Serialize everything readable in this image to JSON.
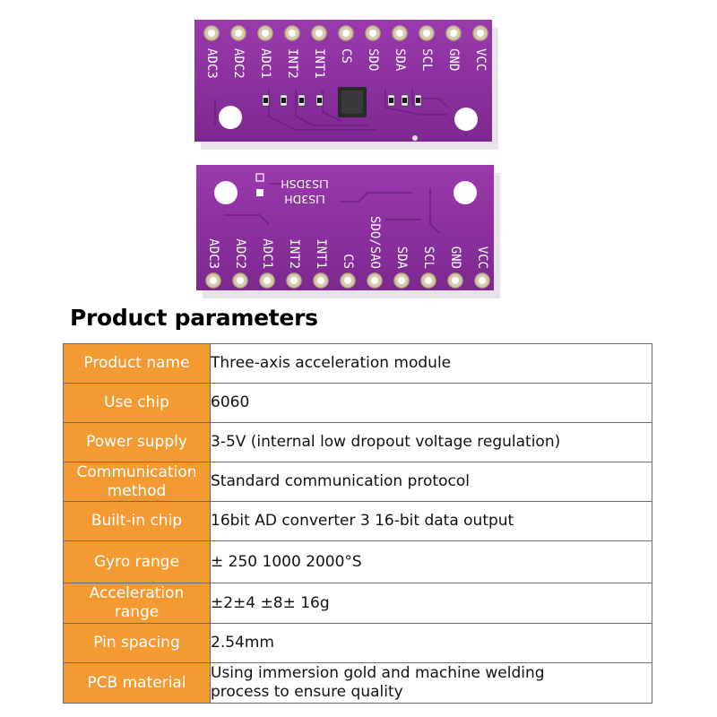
{
  "board_top": {
    "pins": [
      "ADC3",
      "ADC2",
      "ADC1",
      "INT2",
      "INT1",
      "CS",
      "SDO",
      "SDA",
      "SCL",
      "GND",
      "VCC"
    ]
  },
  "board_bottom": {
    "pins": [
      "ADC3",
      "ADC2",
      "ADC1",
      "INT2",
      "INT1",
      "CS",
      "SDO/SAO",
      "SDA",
      "SCL",
      "GND",
      "VCC"
    ],
    "silk_line1": "LIS3DH",
    "silk_line2": "LIS3DSH"
  },
  "colors": {
    "pcb": "#8a2f9c",
    "pcb_edge": "#6a1f7a",
    "label_bg": "#f39a33",
    "border": "#6b6b6b"
  },
  "title": "Product parameters",
  "params": [
    {
      "label": "Product name",
      "value": "Three-axis acceleration module"
    },
    {
      "label": "Use chip",
      "value": "6060"
    },
    {
      "label": "Power supply",
      "value": "3-5V (internal low dropout voltage regulation)"
    },
    {
      "label_lines": [
        "Communication",
        "method"
      ],
      "value": "Standard communication protocol"
    },
    {
      "label": "Built-in chip",
      "value": "16bit AD converter 3 16-bit data output"
    },
    {
      "label": "Gyro range",
      "value": "± 250 1000 2000°S"
    },
    {
      "label_lines": [
        "Acceleration",
        "range"
      ],
      "value": "±2±4 ±8± 16g"
    },
    {
      "label": "Pin spacing",
      "value": "2.54mm"
    },
    {
      "label": "PCB material",
      "value_lines": [
        "Using immersion gold and machine welding",
        "process to ensure quality"
      ]
    }
  ]
}
